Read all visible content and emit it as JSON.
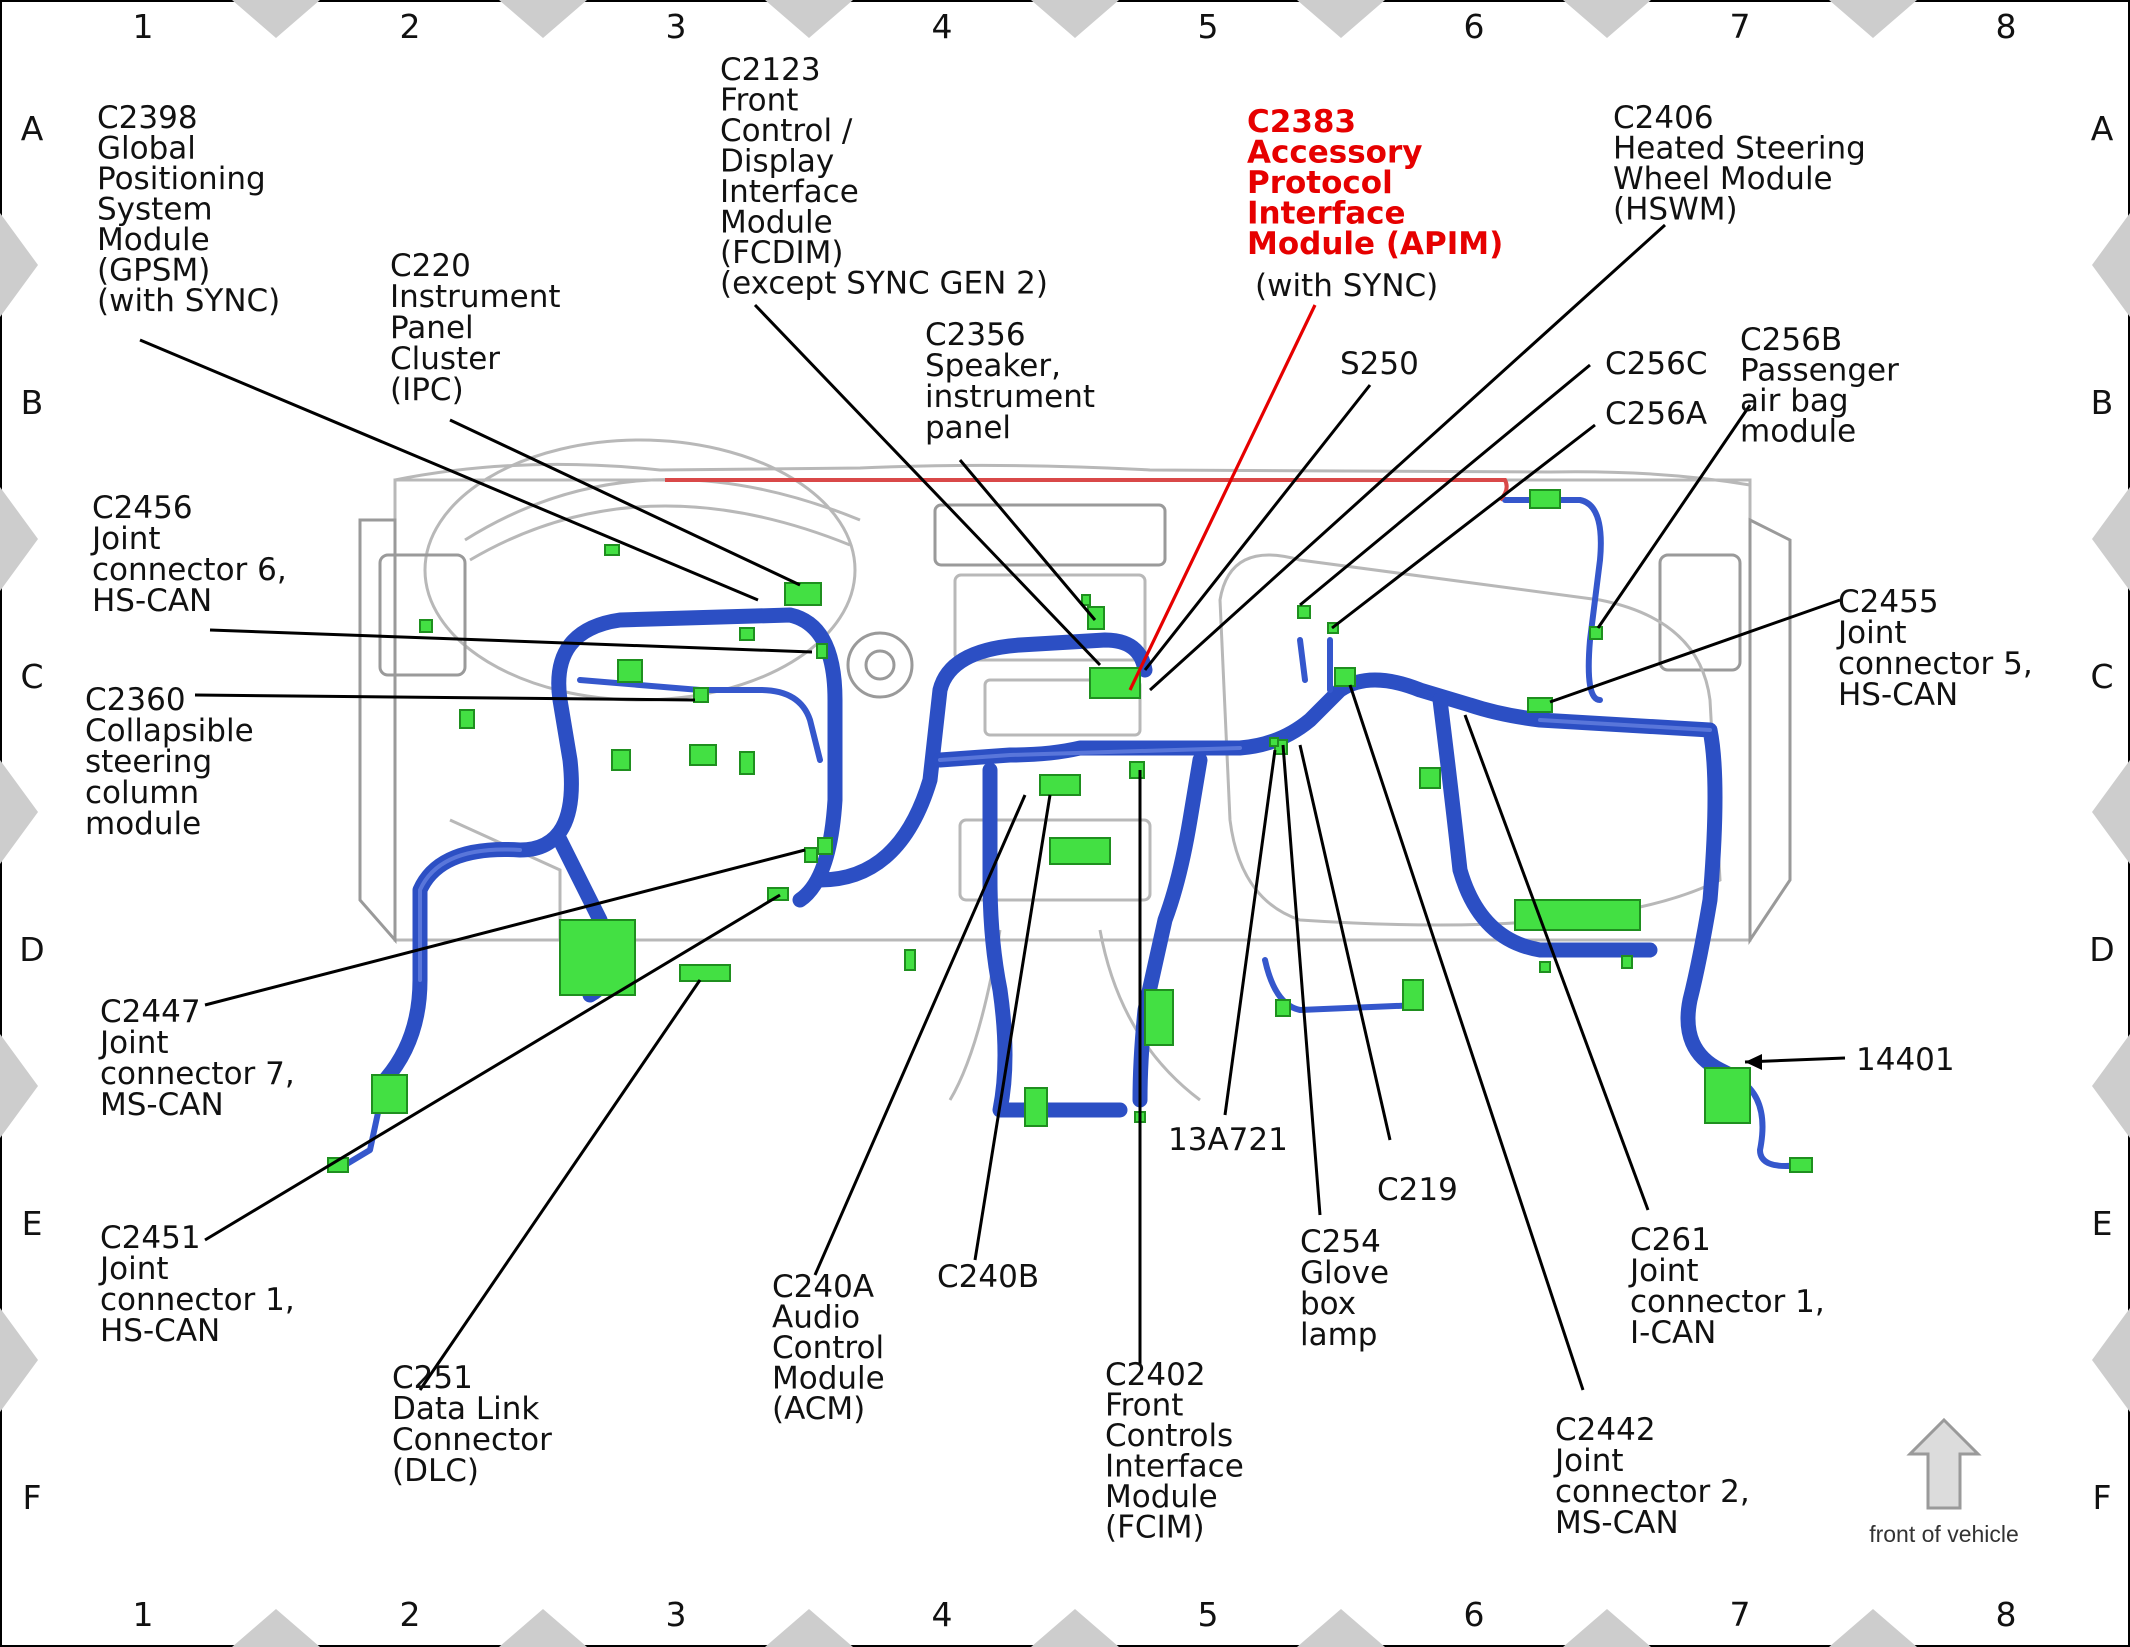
{
  "frame": {
    "columns": [
      "1",
      "2",
      "3",
      "4",
      "5",
      "6",
      "7",
      "8"
    ],
    "rows": [
      "A",
      "B",
      "C",
      "D",
      "E",
      "F"
    ]
  },
  "callouts": {
    "gpsm": [
      "C2398",
      "Global",
      "Positioning",
      "System",
      "Module",
      "(GPSM)",
      "(with SYNC)"
    ],
    "ipc": [
      "C220",
      "Instrument",
      "Panel",
      "Cluster",
      "(IPC)"
    ],
    "fcdim": [
      "C2123",
      "Front",
      "Control /",
      "Display",
      "Interface",
      "Module",
      "(FCDIM)",
      "(except SYNC GEN 2)"
    ],
    "speaker": [
      "C2356",
      "Speaker,",
      "instrument",
      "panel"
    ],
    "apim": [
      "C2383",
      "Accessory",
      "Protocol",
      "Interface",
      "Module (APIM)"
    ],
    "apim_note": "(with SYNC)",
    "hswm": [
      "C2406",
      "Heated Steering",
      "Wheel Module",
      "(HSWM)"
    ],
    "s250": [
      "S250"
    ],
    "c256c": [
      "C256C"
    ],
    "c256a": [
      "C256A"
    ],
    "c256b": [
      "C256B",
      "Passenger",
      "air bag",
      "module"
    ],
    "c2456": [
      "C2456",
      "Joint",
      "connector 6,",
      "HS-CAN"
    ],
    "c2360": [
      "C2360",
      "Collapsible",
      "steering",
      "column",
      "module"
    ],
    "c2455": [
      "C2455",
      "Joint",
      "connector 5,",
      "HS-CAN"
    ],
    "c2447": [
      "C2447",
      "Joint",
      "connector 7,",
      "MS-CAN"
    ],
    "c2451": [
      "C2451",
      "Joint",
      "connector 1,",
      "HS-CAN"
    ],
    "c251": [
      "C251",
      "Data Link",
      "Connector",
      "(DLC)"
    ],
    "acm": [
      "C240A",
      "Audio",
      "Control",
      "Module",
      "(ACM)"
    ],
    "c240b": [
      "C240B"
    ],
    "fcim": [
      "C2402",
      "Front",
      "Controls",
      "Interface",
      "Module",
      "(FCIM)"
    ],
    "c13a721": [
      "13A721"
    ],
    "c219": [
      "C219"
    ],
    "c254": [
      "C254",
      "Glove",
      "box",
      "lamp"
    ],
    "c2442": [
      "C2442",
      "Joint",
      "connector 2,",
      "MS-CAN"
    ],
    "c261": [
      "C261",
      "Joint",
      "connector 1,",
      "I-CAN"
    ],
    "c14401": [
      "14401"
    ]
  },
  "orientation": {
    "label": "front of vehicle",
    "arrow_icon": "up-arrow-icon"
  },
  "colors": {
    "highlight": "#e60000",
    "harness": "#2c4fc4",
    "connector": "#43e043",
    "frame_diamond": "#cdcdcd"
  }
}
